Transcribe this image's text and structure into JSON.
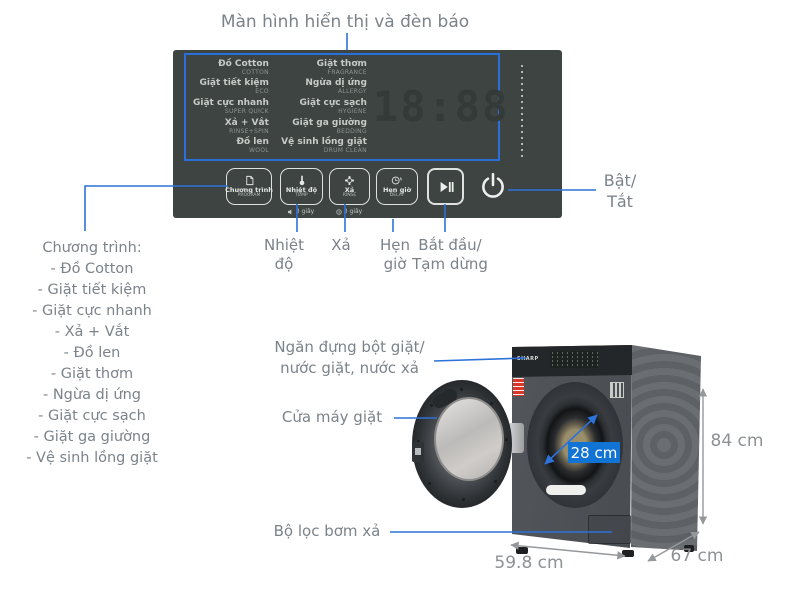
{
  "colors": {
    "callout_blue": "#2c72d8",
    "badge_blue": "#1173d4",
    "annotation_gray": "#7b838a",
    "dimension_gray": "#8d9194",
    "panel_background": "#3d4442"
  },
  "panel": {
    "display_time": "18:88",
    "programs_col1": [
      {
        "vi": "Đồ Cotton",
        "en": "COTTON"
      },
      {
        "vi": "Giặt tiết kiệm",
        "en": "ECO"
      },
      {
        "vi": "Giặt cực nhanh",
        "en": "SUPER QUICK"
      },
      {
        "vi": "Xả + Vắt",
        "en": "RINSE+SPIN"
      },
      {
        "vi": "Đồ len",
        "en": "WOOL"
      }
    ],
    "programs_col2": [
      {
        "vi": "Giặt thơm",
        "en": "FRAGRANCE"
      },
      {
        "vi": "Ngừa dị ứng",
        "en": "ALLERGY"
      },
      {
        "vi": "Giặt cực sạch",
        "en": "HYGIENE"
      },
      {
        "vi": "Giặt ga giường",
        "en": "BEDDING"
      },
      {
        "vi": "Vệ sinh lồng giặt",
        "en": "DRUM CLEAN"
      }
    ],
    "buttons": [
      {
        "vi": "Chương trình",
        "en": "PROGRAM"
      },
      {
        "vi": "Nhiệt độ",
        "en": "TEMP",
        "sub": "3 giây"
      },
      {
        "vi": "Xả",
        "en": "RINSE",
        "sub": "3 giây"
      },
      {
        "vi": "Hẹn giờ",
        "en": "DELAY"
      }
    ]
  },
  "machine": {
    "brand": "SHARP"
  },
  "callouts": {
    "display_title": "Màn hình hiển thị và đèn báo",
    "power": [
      "Bật/",
      "Tắt"
    ],
    "temp": [
      "Nhiệt",
      "độ"
    ],
    "rinse": "Xả",
    "delay": [
      "Hẹn",
      "giờ"
    ],
    "start": [
      "Bắt đầu/",
      "Tạm dừng"
    ],
    "programs": {
      "title": "Chương trình:",
      "items": [
        "- Đồ Cotton",
        "- Giặt tiết kiệm",
        "- Giặt cực nhanh",
        "- Xả + Vắt",
        "- Đồ len",
        "- Giặt thơm",
        "- Ngừa dị ứng",
        "- Giặt cực sạch",
        "- Giặt ga giường",
        "- Vệ sinh lồng giặt"
      ]
    },
    "drawer": [
      "Ngăn đựng bột giặt/",
      "nước giặt, nước xả"
    ],
    "door": "Cửa máy giặt",
    "filter": "Bộ lọc bơm xả"
  },
  "dimensions": {
    "width": "59.8 cm",
    "depth": "67 cm",
    "height": "84 cm",
    "door_diameter": "28 cm"
  }
}
